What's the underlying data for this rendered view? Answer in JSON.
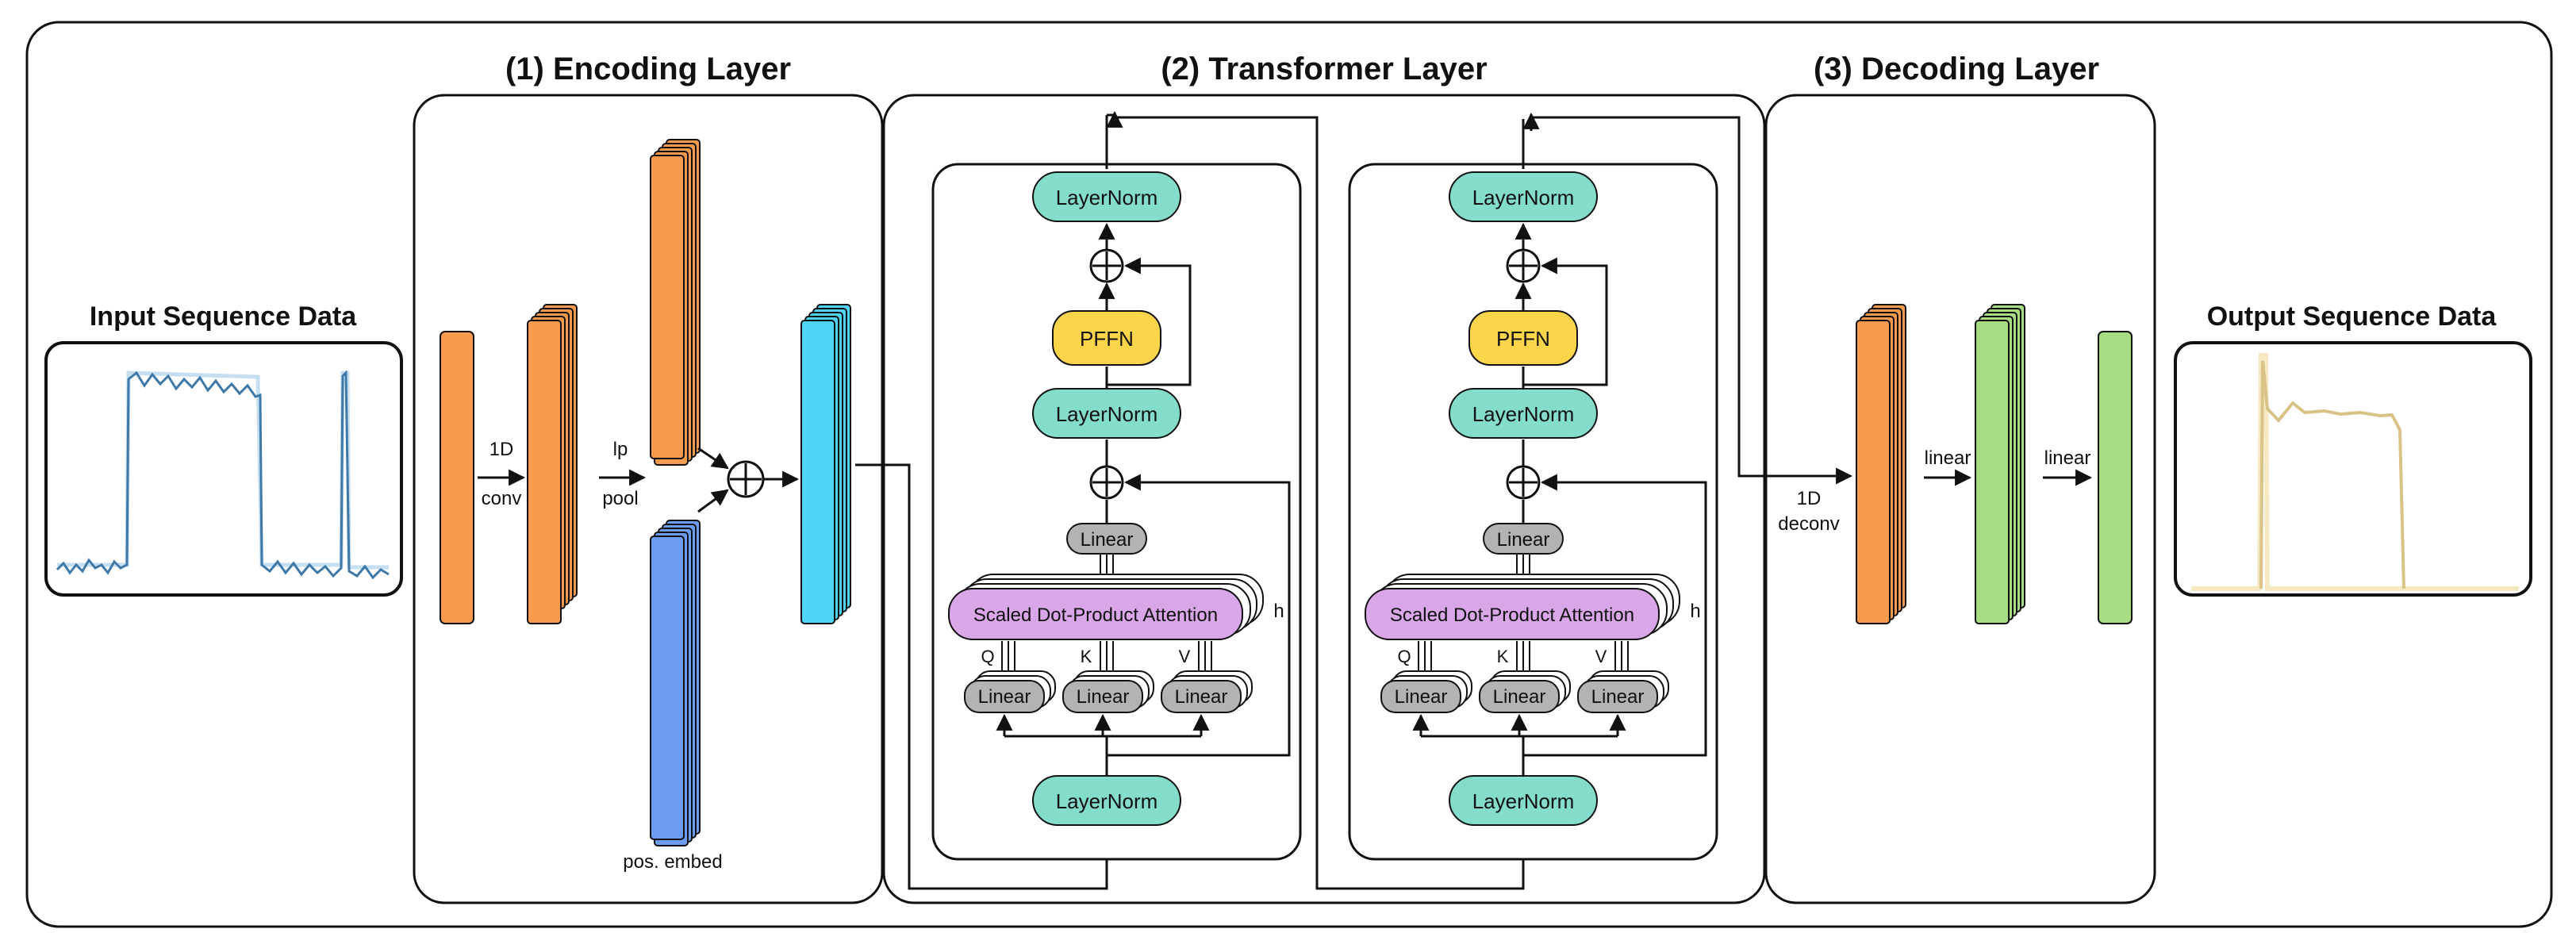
{
  "sections": {
    "encoding": "(1) Encoding Layer",
    "transformer": "(2) Transformer Layer",
    "decoding": "(3) Decoding Layer"
  },
  "input": {
    "title": "Input Sequence Data"
  },
  "output": {
    "title": "Output Sequence Data"
  },
  "encoding": {
    "conv_label_1": "1D",
    "conv_label_2": "conv",
    "pool_label_1": "lp",
    "pool_label_2": "pool",
    "pos_embed_label": "pos. embed"
  },
  "transformer_block": {
    "layernorm": "LayerNorm",
    "pffn": "PFFN",
    "linear": "Linear",
    "attention": "Scaled Dot-Product Attention",
    "heads": "h",
    "q": "Q",
    "k": "K",
    "v": "V"
  },
  "decoding": {
    "deconv_label_1": "1D",
    "deconv_label_2": "deconv",
    "linear_1": "linear",
    "linear_2": "linear"
  },
  "colors": {
    "orange": "#f79a4e",
    "blue": "#6c9cf2",
    "cyan": "#4fd3f7",
    "teal": "#84dccb",
    "yellow": "#fcd54a",
    "gray": "#b3b3b3",
    "purple": "#d9a6e8",
    "green": "#a8dc84"
  }
}
